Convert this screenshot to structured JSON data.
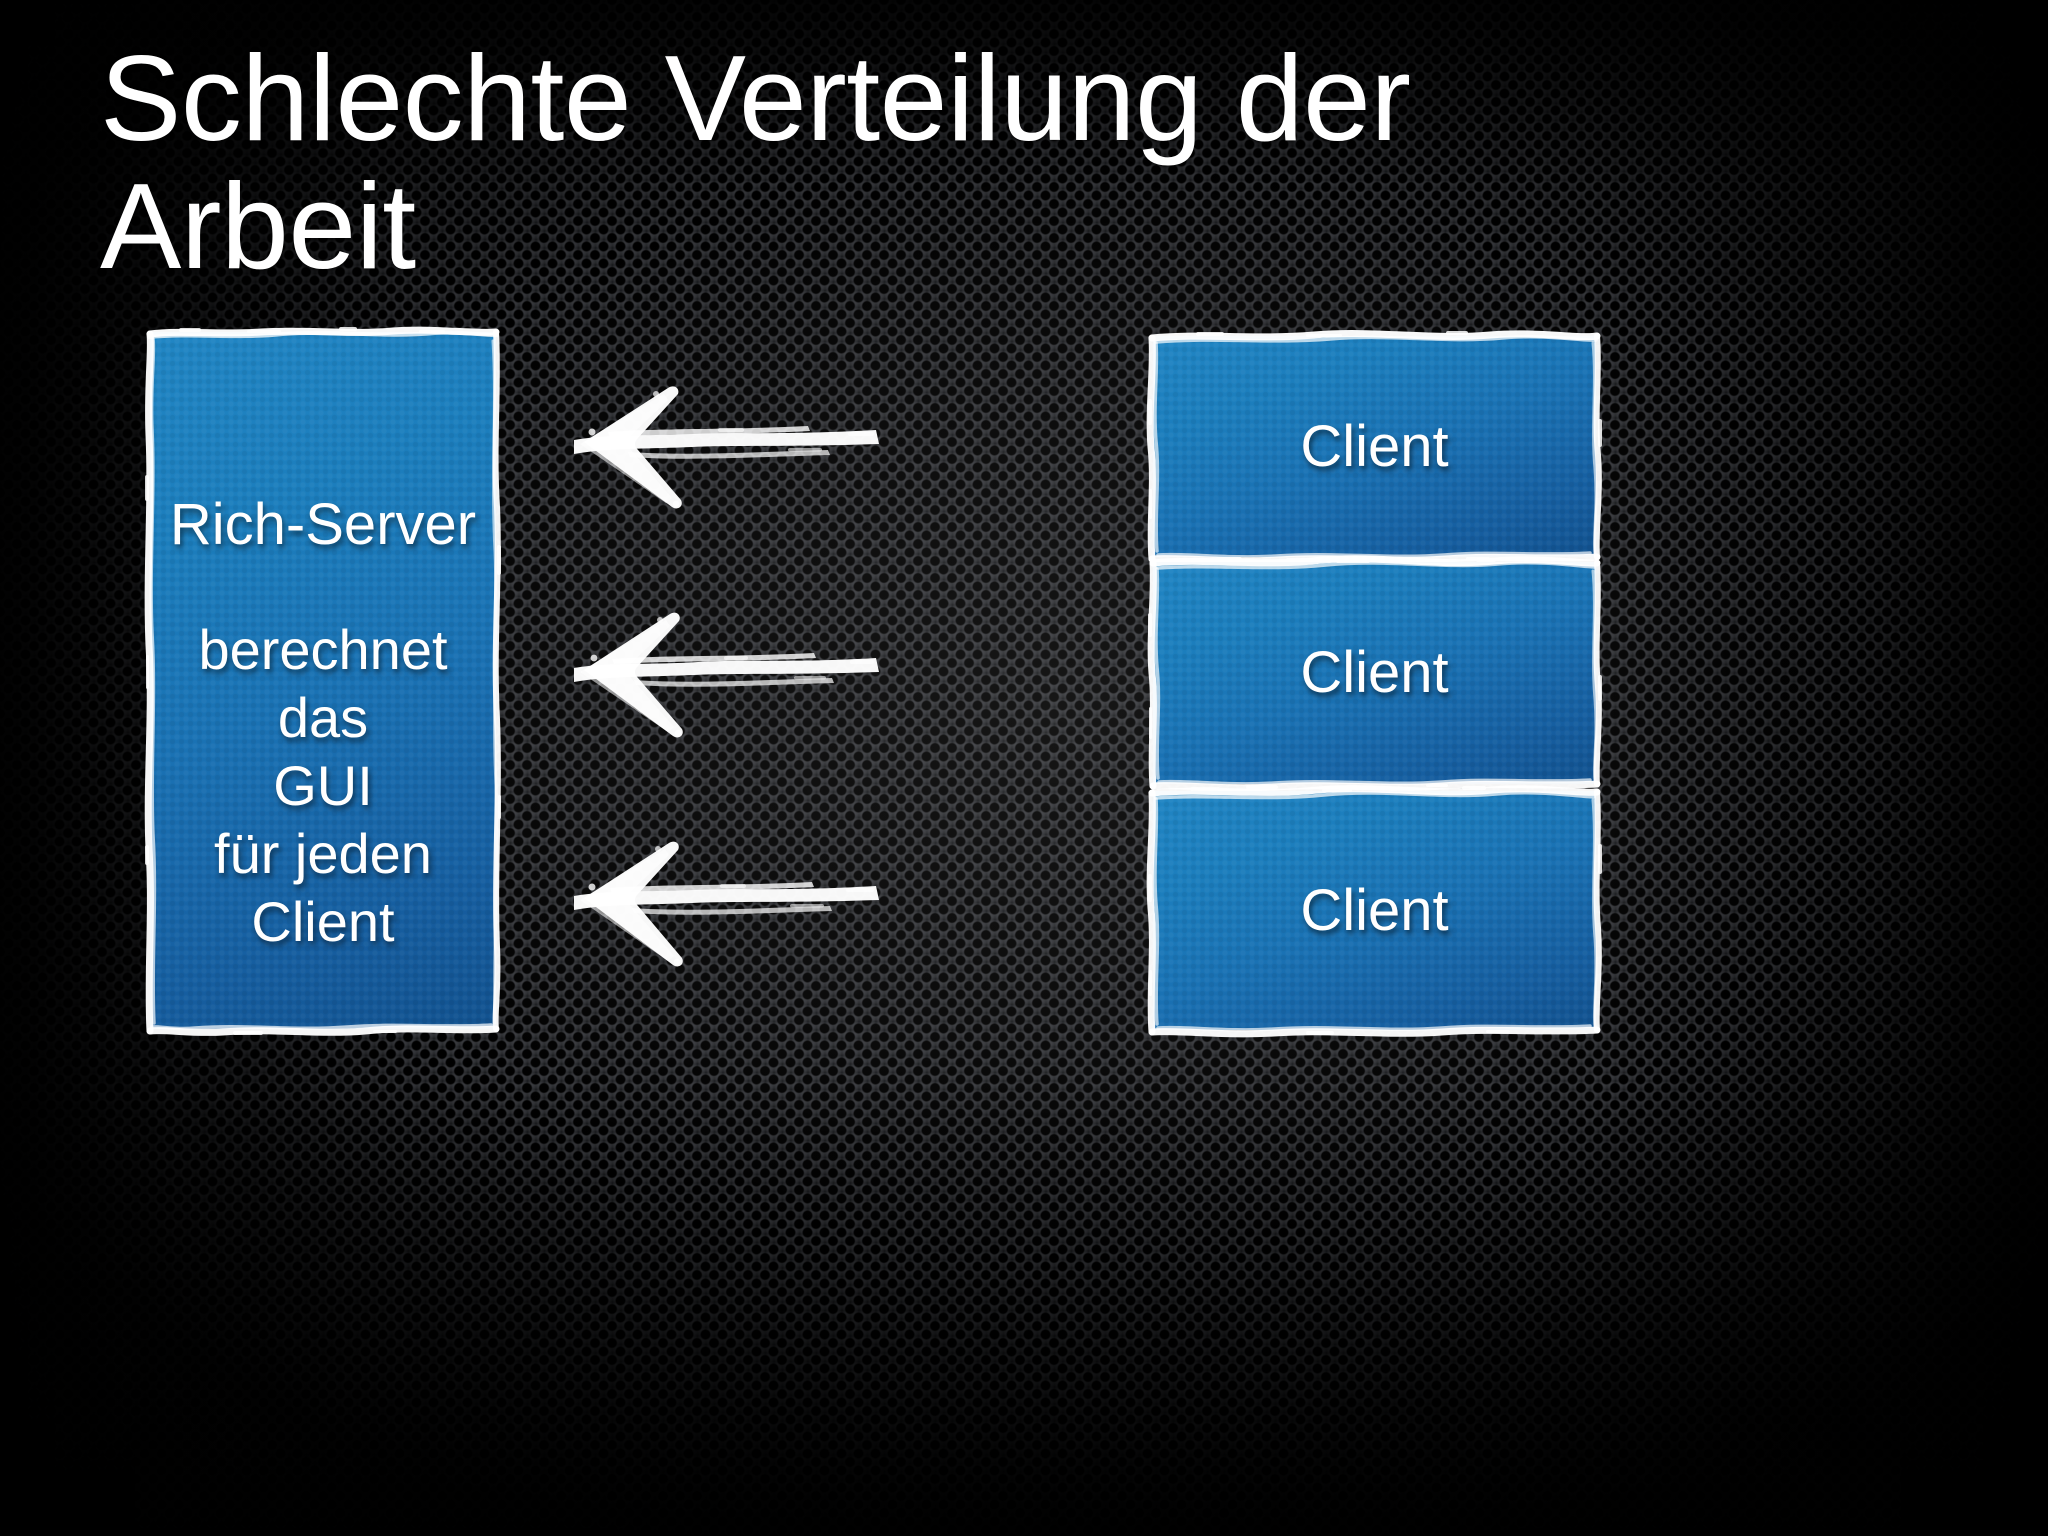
{
  "slide": {
    "title": "Schlechte Verteilung der\nArbeit",
    "background": {
      "style": "carbon-fiber-perforated-mesh",
      "color": "#0d0e10"
    },
    "accent_color": "#1a79bd",
    "text_color": "#ffffff"
  },
  "server": {
    "name": "Rich-Server",
    "description": "berechnet\ndas\nGUI\nfür jeden\nClient"
  },
  "clients": [
    {
      "label": "Client"
    },
    {
      "label": "Client"
    },
    {
      "label": "Client"
    }
  ],
  "arrows": [
    {
      "direction": "left",
      "from": "client-0",
      "to": "server"
    },
    {
      "direction": "left",
      "from": "client-1",
      "to": "server"
    },
    {
      "direction": "left",
      "from": "client-2",
      "to": "server"
    }
  ]
}
